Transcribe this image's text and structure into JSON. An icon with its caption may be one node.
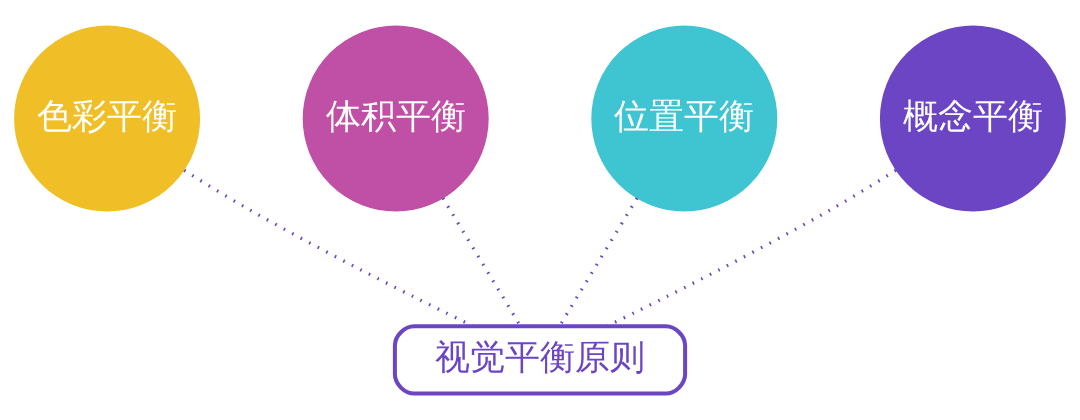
{
  "diagram": {
    "nodes": [
      {
        "text": [
          "色彩平衡"
        ]
      },
      {
        "text": [
          "体积平衡"
        ]
      },
      {
        "text": [
          "位置平衡"
        ]
      },
      {
        "text": [
          "概念平衡"
        ]
      },
      {
        "text": [
          "视觉平衡原则"
        ]
      }
    ],
    "edges": [
      {
        "from": 0,
        "to": 4,
        "arrow": "none",
        "style": "dashed"
      },
      {
        "from": 1,
        "to": 4,
        "arrow": "none",
        "style": "dashed"
      },
      {
        "from": 2,
        "to": 4,
        "arrow": "none",
        "style": "dashed"
      },
      {
        "from": 3,
        "to": 4,
        "arrow": "none",
        "style": "dashed"
      }
    ]
  }
}
